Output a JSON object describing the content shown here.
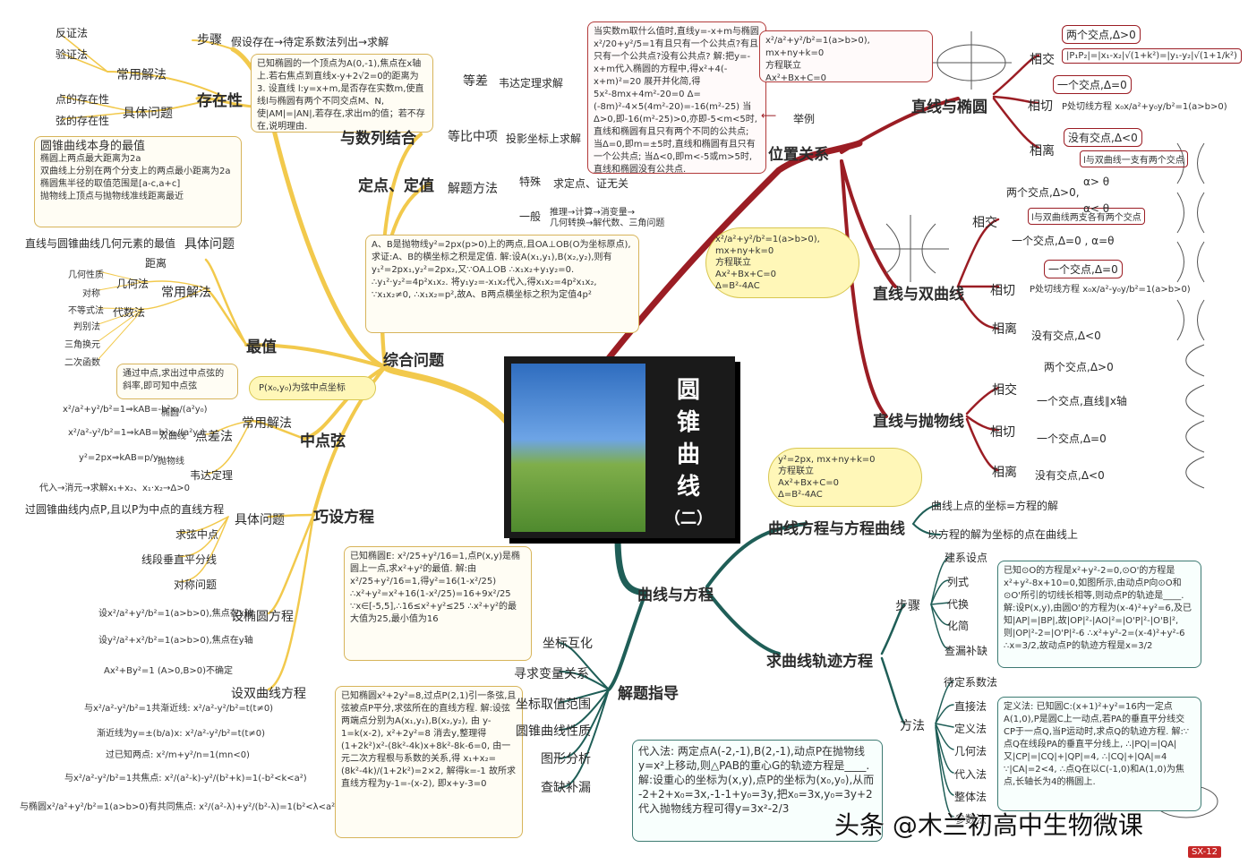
{
  "center": {
    "title_line1": "圆",
    "title_line2": "锥",
    "title_line3": "曲",
    "title_line4": "线",
    "title_line5": "（二）"
  },
  "branches": {
    "existence": "存在性",
    "series": "与数列结合",
    "fixed": "定点、定值",
    "extreme": "最值",
    "comprehensive": "综合问题",
    "midpoint": "中点弦",
    "clever": "巧设方程",
    "position": "位置关系",
    "curve_eq": "曲线与方程",
    "ellipse_line": "直线与椭圆",
    "hyper_line": "直线与双曲线",
    "para_line": "直线与抛物线",
    "curve_eq_sub": "曲线方程与方程曲线",
    "trajectory": "求曲线轨迹方程",
    "guide": "解题指导"
  },
  "existence": {
    "steps": "步骤",
    "steps_text": "假设存在→待定系数法列出→求解",
    "common": "常用解法",
    "common_items": [
      "反证法",
      "验证法"
    ],
    "specific": "具体问题",
    "specific_items": [
      "点的存在性",
      "弦的存在性"
    ],
    "example": "已知椭圆的一个顶点为A(0,-1),焦点在x轴上.若右焦点到直线x-y+2√2=0的距离为3. 设直线 l:y=x+m,是否存在实数m,使直线l与椭圆有两个不同交点M、N,使|AM|=|AN|,若存在,求出m的值；若不存在,说明理由."
  },
  "series": {
    "arith": "等差",
    "arith_text": "韦达定理求解",
    "geo": "等比中项",
    "geo_text": "投影坐标上求解"
  },
  "fixed": {
    "method": "解题方法",
    "special": "特殊",
    "special_text": "求定点、证无关",
    "general": "一般",
    "general_text1": "推理→计算→消变量→",
    "general_text2": "几何转换→解代数、三角问题",
    "example": "A、B是抛物线y²=2px(p>0)上的两点,且OA⊥OB(O为坐标原点),求证:A、B的横坐标之积是定值. 解:设A(x₁,y₁),B(x₂,y₂),则有y₁²=2px₁,y₂²=2px₂,又∵OA⊥OB ∴x₁x₂+y₁y₂=0. ∴y₁²·y₂²=4p²x₁x₂. 将y₁y₂=-x₁x₂代入,得x₁x₂=4p²x₁x₂, ∵x₁x₂≠0, ∴x₁x₂=p²,故A、B两点横坐标之积为定值4p²"
  },
  "extreme": {
    "box_title": "圆锥曲线本身的最值",
    "box_items": [
      "椭圆上两点最大距离为2a",
      "双曲线上分别在两个分支上的两点最小距离为2a",
      "椭圆焦半径的取值范围是[a-c,a+c]",
      "抛物线上顶点与抛物线准线距离最近"
    ],
    "specific": "具体问题",
    "specific_text": "直线与圆锥曲线几何元素的最值",
    "common": "常用解法",
    "dist": "距离",
    "geo": "几何法",
    "geo_items": [
      "几何性质",
      "对称"
    ],
    "alg": "代数法",
    "alg_items": [
      "不等式法",
      "判别法",
      "三角换元",
      "二次函数"
    ]
  },
  "midpoint": {
    "note": "通过中点,求出过中点弦的斜率,即可知中点弦",
    "tag": "P(x₀,y₀)为弦中点坐标",
    "common": "常用解法",
    "diff": "点差法",
    "ellipse": "椭圆",
    "hyper": "双曲线",
    "para": "抛物线",
    "vieta": "韦达定理",
    "vieta_text": "代入→消元→求解x₁+x₂、x₁·x₂→Δ>0",
    "eq_ellipse": "x²/a²+y²/b²=1⇒kAB=-b²x₀/(a²y₀)",
    "eq_hyper": "x²/a²-y²/b²=1⇒kAB=b²x₀/(a²y₀)",
    "eq_para": "y²=2px⇒kAB=p/y₀"
  },
  "clever": {
    "specific": "具体问题",
    "specific_text": "过圆锥曲线内点P,且以P为中点的直线方程",
    "items": [
      "求弦中点",
      "线段垂直平分线",
      "对称问题"
    ],
    "ellipse": "设椭圆方程",
    "ellipse_items": [
      "设x²/a²+y²/b²=1(a>b>0),焦点在x轴",
      "设y²/a²+x²/b²=1(a>b>0),焦点在y轴",
      "Ax²+By²=1 (A>0,B>0)不确定"
    ],
    "hyper": "设双曲线方程",
    "hyper_items": [
      "与x²/a²-y²/b²=1共渐近线: x²/a²-y²/b²=t(t≠0)",
      "渐近线为y=±(b/a)x: x²/a²-y²/b²=t(t≠0)",
      "过已知两点: x²/m+y²/n=1(mn<0)",
      "与x²/a²-y²/b²=1共焦点: x²/(a²-k)-y²/(b²+k)=1(-b²<k<a²)",
      "与椭圆x²/a²+y²/b²=1(a>b>0)有共同焦点: x²/(a²-λ)+y²/(b²-λ)=1(b²<λ<a²)"
    ],
    "example1": "已知椭圆E: x²/25+y²/16=1,点P(x,y)是椭圆上一点,求x²+y²的最值. 解:由x²/25+y²/16=1,得y²=16(1-x²/25) ∴x²+y²=x²+16(1-x²/25)=16+9x²/25 ∵x∈[-5,5],∴16≤x²+y²≤25 ∴x²+y²的最大值为25,最小值为16",
    "example2": "已知椭圆x²+2y²=8,过点P(2,1)引一条弦,且弦被点P平分,求弦所在的直线方程. 解:设弦两端点分别为A(x₁,y₁),B(x₂,y₂), 由 y-1=k(x-2), x²+2y²=8 消去y,整理得 (1+2k²)x²-(8k²-4k)x+8k²-8k-6=0, 由一元二次方程根与系数的关系,得 x₁+x₂=(8k²-4k)/(1+2k²)=2×2, 解得k=-1 故所求直线方程为y-1=-(x-2), 即x+y-3=0"
  },
  "position": {
    "ex_label": "举例",
    "ex_text": "当实数m取什么值时,直线y=-x+m与椭圆x²/20+y²/5=1有且只有一个公共点?有且只有一个公共点?没有公共点? 解:把y=-x+m代入椭圆的方程中,得x²+4(-x+m)²=20 展开并化简,得5x²-8mx+4m²-20=0 Δ=(-8m)²-4×5(4m²-20)=-16(m²-25) 当Δ>0,即-16(m²-25)>0,亦即-5<m<5时,直线和椭圆有且只有两个不同的公共点; 当Δ=0,即m=±5时,直线和椭圆有且只有一个公共点; 当Δ<0,即m<-5或m>5时,直线和椭圆没有公共点.",
    "sys_label": "方程联立",
    "sys_result": "Ax²+Bx+C=0",
    "sys_delta": "Δ=B²-4AC",
    "sys_ellipse": "x²/a²+y²/b²=1(a>b>0), mx+ny+k=0",
    "sys_para": "y²=2px, mx+ny+k=0",
    "intersect": "相交",
    "tangent": "相切",
    "separate": "相离",
    "e_two": "两个交点,Δ>0",
    "e_chord": "|P₁P₂|=|x₁-x₂|√(1+k²)=|y₁-y₂|√(1+1/k²)",
    "e_one": "一个交点,Δ=0",
    "e_tan": "P处切线方程 x₀x/a²+y₀y/b²=1(a>b>0)",
    "e_none": "没有交点,Δ<0",
    "h_two": "两个交点,Δ>0,",
    "h_one": "一个交点,Δ=0 , α=θ",
    "h_note1": "l与双曲线两支各有两个交点",
    "h_note2": "l与双曲线一支有两个交点",
    "h_alpha1": "α> θ",
    "h_alpha2": "α< θ",
    "h_tan_one": "一个交点,Δ=0",
    "h_tan": "P处切线方程 x₀x/a²-y₀y/b²=1(a>b>0)",
    "h_none": "没有交点,Δ<0",
    "p_two": "两个交点,Δ>0",
    "p_one_axis": "一个交点,直线∥x轴",
    "p_one": "一个交点,Δ=0",
    "p_none": "没有交点,Δ<0"
  },
  "curve_eq": {
    "items": [
      "曲线上点的坐标=方程的解",
      "以方程的解为坐标的点在曲线上"
    ],
    "steps": "步骤",
    "step_items": [
      "建系设点",
      "列式",
      "代换",
      "化简",
      "查漏补缺"
    ],
    "steps_example": "已知⊙O的方程是x²+y²-2=0,⊙O'的方程是x²+y²-8x+10=0,如图所示,由动点P向⊙O和⊙O'所引的切线长相等,则动点P的轨迹是____. 解:设P(x,y),由圆O'的方程为(x-4)²+y²=6,及已知|AP|=|BP|,故|OP|²-|AO|²=|O'P|²-|O'B|²,则|OP|²-2=|O'P|²-6 ∴x²+y²-2=(x-4)²+y²-6 ∴x=3/2,故动点P的轨迹方程是x=3/2",
    "method": "方法",
    "method_items": [
      "待定系数法",
      "直接法",
      "定义法",
      "几何法",
      "代入法",
      "整体法",
      "参数法"
    ],
    "def_example": "定义法: 已知圆C:(x+1)²+y²=16内一定点A(1,0),P是圆C上一动点,若PA的垂直平分线交CP于一点Q,当P运动时,求点Q的轨迹方程. 解:∵点Q在线段PA的垂直平分线上, ∴|PQ|=|QA|又|CP|=|CQ|+|QP|=4, ∴|CQ|+|QA|=4 ∵|CA|=2<4, ∴点Q在以C(-1,0)和A(1,0)为焦点,长轴长为4的椭圆上.",
    "sub_example": "代入法: 两定点A(-2,-1),B(2,-1),动点P在抛物线y=x²上移动,则△PAB的重心G的轨迹方程是____. 解:设重心的坐标为(x,y),点P的坐标为(x₀,y₀),从而 -2+2+x₀=3x,-1-1+y₀=3y,把x₀=3x,y₀=3y+2 代入抛物线方程可得y=3x²-2/3"
  },
  "guide": {
    "items": [
      "坐标互化",
      "寻求变量关系",
      "坐标取值范围",
      "圆锥曲线性质",
      "图形分析",
      "查缺补漏"
    ]
  },
  "watermark": "头条 @木兰初高中生物微课",
  "badge": "SX-12",
  "colors": {
    "yellow": "#f2c94c",
    "red": "#9b1d24",
    "teal": "#1f5e57",
    "accent": "#d7b45a"
  }
}
